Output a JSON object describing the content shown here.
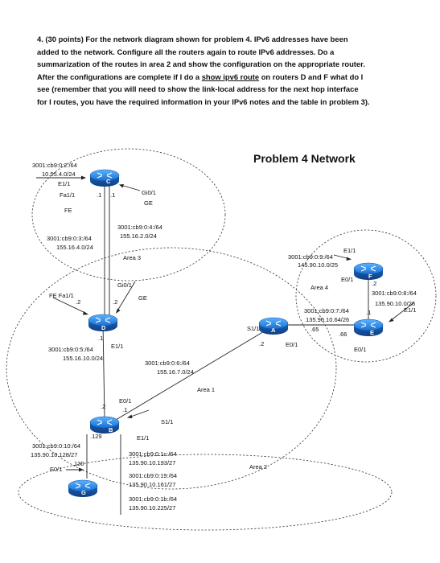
{
  "problem": {
    "line1": "4.  (30 points) For the network diagram shown for problem 4.  IPv6 addresses have been",
    "line2": "added to the network.  Configure all the routers again to route IPv6 addresses.  Do a",
    "line3": "summarization of the routes in area 2 and show the configuration on the appropriate router.",
    "line4_a": "After the configurations are complete if I do a ",
    "line4_link": "show ipv6 route",
    "line4_b": " on routers D and F what do I",
    "line5": "see (remember that you will need to show the link-local address for the next hop interface",
    "line6": "for I routes, you have the required information in your IPv6 notes and the table in problem 3)."
  },
  "diagram": {
    "title": "Problem 4 Network",
    "areas": {
      "area1": "Area 1",
      "area2": "Area 2",
      "area3": "Area 3",
      "area4": "Area 4"
    },
    "routers": {
      "a": "A",
      "b": "B",
      "c": "C",
      "d": "D",
      "e": "E",
      "f": "F",
      "g": "G"
    },
    "labels": {
      "c_ipv6_top": "3001:cb9:0:2:/64",
      "c_ipv4_top": "10.55.4.0/24",
      "c_e1": "E1/1",
      "c_fa1": "Fa1/1",
      "c_dot1a": ".1",
      "c_dot1b": ".1",
      "c_g0": "Gi0/1",
      "c_ge": "GE",
      "c_fe": "FE",
      "cd_ipv6": "3001:cb9:0:4:/64",
      "cd_ipv4": "155.16.2.0/24",
      "c_lan_ipv6": "3001:cb9:0:3:/64",
      "c_lan_ipv4": "155.16.4.0/24",
      "d_g0": "Gi0/1",
      "d_ge": "GE",
      "d_fe": "FE Fa1/1",
      "d_dot2a": ".2",
      "d_dot2b": ".2",
      "d_dot1": ".1",
      "d_e1": "E1/1",
      "d_lan_ipv6": "3001:cb9:0:5:/64",
      "d_lan_ipv4": "155.16.10.0/24",
      "ab_ipv6": "3001:cb9:0:6:/64",
      "ab_ipv4": "155.16.7.0/24",
      "a_s1": "S1/1",
      "a_dot2": ".2",
      "a_e0": "E0/1",
      "a_65": ".65",
      "ae_66": ".66",
      "e_e0": "E0/1",
      "e_e1": "E1/1",
      "e_dot1": ".1",
      "ae_ipv6": "3001:cb9:0:7:/64",
      "ae_ipv4": "135.90.10.64/26",
      "ef_ipv6": "3001:cb9:0:8:/64",
      "ef_ipv4": "135.90.10.0/26",
      "f_e1": "E1/1",
      "f_e0": "E0/1",
      "f_dot2": ".2",
      "f_lan_ipv6": "3001:cb9:0:9:/64",
      "f_lan_ipv4": "145.90.10.0/25",
      "b_e0": "E0/1",
      "b_dot1": ".1",
      "b_dot2": ".2",
      "b_s1": "S1/1",
      "b_129": ".129",
      "b_e1": "E1/1",
      "b_130": ".130",
      "g_e0": "E0/1",
      "bg_ipv6": "3001:cb9:0:10:/64",
      "bg_ipv4": "135.90.10.128/27",
      "net1c_ipv6": "3001:cb9:0:1c:/64",
      "net1c_ipv4": "135.90.10.193/27",
      "net19_ipv6": "3001:cb9:0:19:/64",
      "net19_ipv4": "135.90.10.161/27",
      "net1b_ipv6": "3001:cb9:0:1b:/64",
      "net1b_ipv4": "135.90.10.225/27"
    }
  }
}
